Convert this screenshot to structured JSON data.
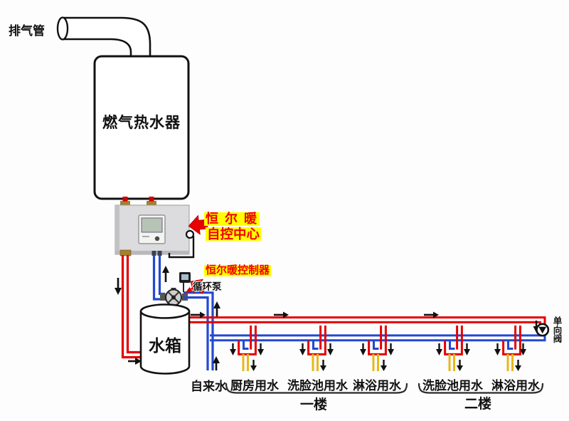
{
  "labels": {
    "exhaust_pipe": "排气管",
    "water_heater": "燃气热水器",
    "control_center_line1": "恒 尔 暖",
    "control_center_line2": "自控中心",
    "controller": "恒尔暖控制器",
    "circulation_pump": "循环泵",
    "water_tank": "水箱",
    "tap_water": "自来水",
    "check_valve": "单向阀",
    "floor_1": "一楼",
    "floor_2": "二楼"
  },
  "fixtures": [
    {
      "label": "厨房用水",
      "floor": "一楼"
    },
    {
      "label": "洗脸池用水",
      "floor": "一楼"
    },
    {
      "label": "淋浴用水",
      "floor": "一楼"
    },
    {
      "label": "洗脸池用水",
      "floor": "二楼"
    },
    {
      "label": "淋浴用水",
      "floor": "二楼"
    }
  ],
  "colors": {
    "hot_pipe": "#e40000",
    "cold_pipe": "#2348d2",
    "fixture_pipe": "#e8b71c",
    "callout_red": "#e60000",
    "highlight_yellow": "#ffff00",
    "outline_black": "#111111"
  }
}
